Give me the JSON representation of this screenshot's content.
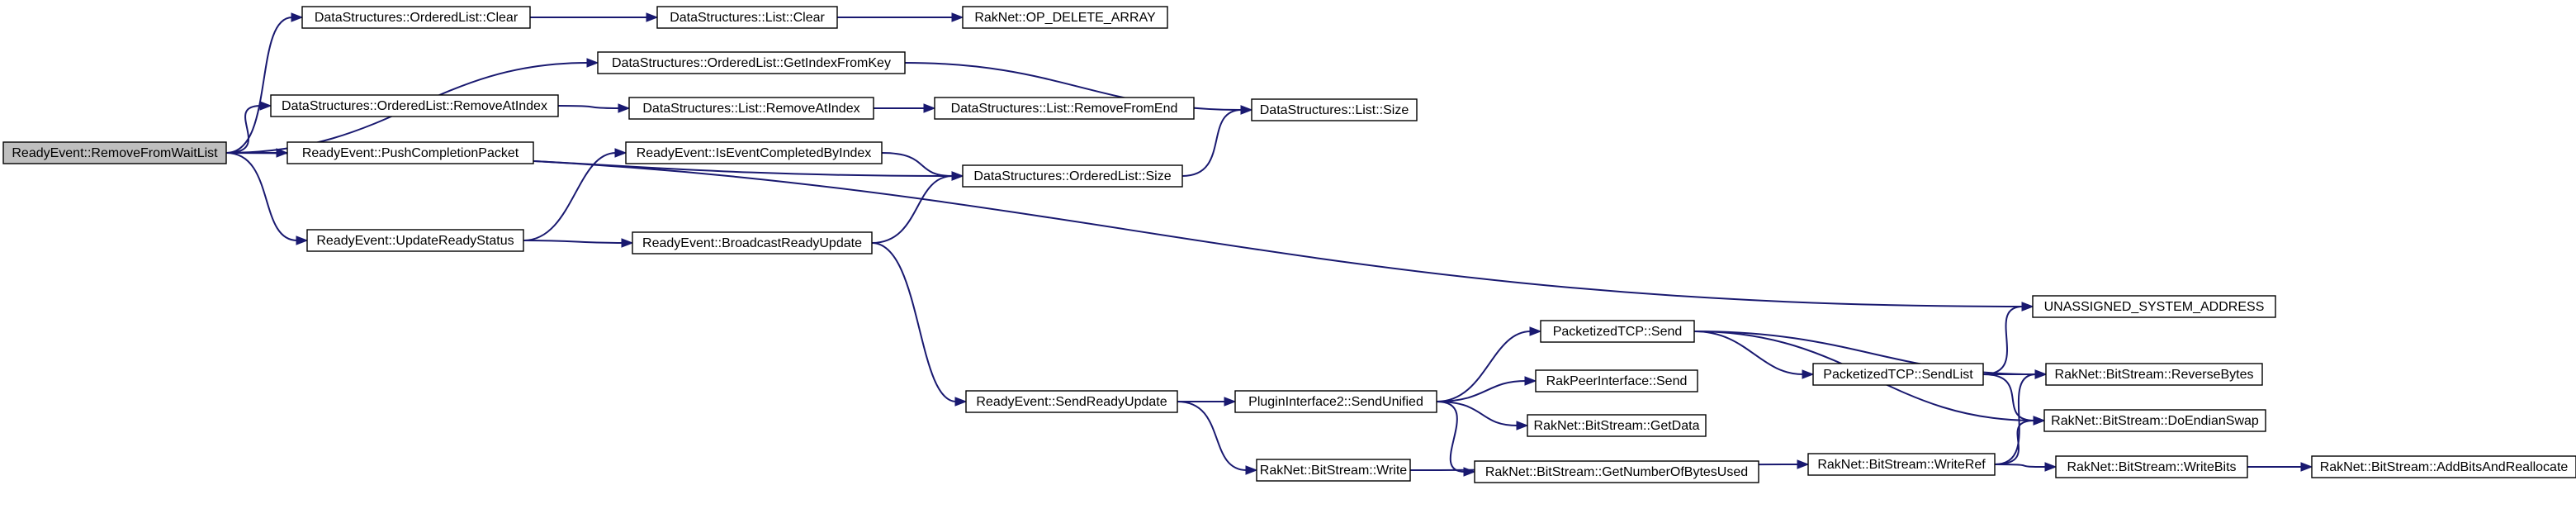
{
  "nodes": [
    {
      "id": "root",
      "label": "ReadyEvent::RemoveFromWaitList",
      "root": true
    },
    {
      "id": "ol_clear",
      "label": "DataStructures::OrderedList::Clear"
    },
    {
      "id": "l_clear",
      "label": "DataStructures::List::Clear"
    },
    {
      "id": "op_delete",
      "label": "RakNet::OP_DELETE_ARRAY"
    },
    {
      "id": "ol_getindex",
      "label": "DataStructures::OrderedList::GetIndexFromKey"
    },
    {
      "id": "l_size",
      "label": "DataStructures::List::Size"
    },
    {
      "id": "ol_removeat",
      "label": "DataStructures::OrderedList::RemoveAtIndex"
    },
    {
      "id": "l_removeat",
      "label": "DataStructures::List::RemoveAtIndex"
    },
    {
      "id": "l_removeend",
      "label": "DataStructures::List::RemoveFromEnd"
    },
    {
      "id": "push",
      "label": "ReadyEvent::PushCompletionPacket"
    },
    {
      "id": "iscompleted",
      "label": "ReadyEvent::IsEventCompletedByIndex"
    },
    {
      "id": "ol_size",
      "label": "DataStructures::OrderedList::Size"
    },
    {
      "id": "updstatus",
      "label": "ReadyEvent::UpdateReadyStatus"
    },
    {
      "id": "broadcast",
      "label": "ReadyEvent::BroadcastReadyUpdate"
    },
    {
      "id": "unassigned",
      "label": "UNASSIGNED_SYSTEM_ADDRESS"
    },
    {
      "id": "ptcp_send",
      "label": "PacketizedTCP::Send"
    },
    {
      "id": "ptcp_sendlist",
      "label": "PacketizedTCP::SendList"
    },
    {
      "id": "reverse",
      "label": "RakNet::BitStream::ReverseBytes"
    },
    {
      "id": "rpi_send",
      "label": "RakPeerInterface::Send"
    },
    {
      "id": "sendready",
      "label": "ReadyEvent::SendReadyUpdate"
    },
    {
      "id": "sendunified",
      "label": "PluginInterface2::SendUnified"
    },
    {
      "id": "endian",
      "label": "RakNet::BitStream::DoEndianSwap"
    },
    {
      "id": "getdata",
      "label": "RakNet::BitStream::GetData"
    },
    {
      "id": "getbytes",
      "label": "RakNet::BitStream::GetNumberOfBytesUsed"
    },
    {
      "id": "writeref",
      "label": "RakNet::BitStream::WriteRef"
    },
    {
      "id": "writebits",
      "label": "RakNet::BitStream::WriteBits"
    },
    {
      "id": "addbits",
      "label": "RakNet::BitStream::AddBitsAndReallocate"
    },
    {
      "id": "bs_write",
      "label": "RakNet::BitStream::Write"
    }
  ],
  "edges": [
    {
      "from": "root",
      "to": "ol_clear"
    },
    {
      "from": "root",
      "to": "ol_getindex"
    },
    {
      "from": "root",
      "to": "ol_removeat"
    },
    {
      "from": "root",
      "to": "push"
    },
    {
      "from": "root",
      "to": "ol_size"
    },
    {
      "from": "root",
      "to": "updstatus"
    },
    {
      "from": "root",
      "to": "unassigned"
    },
    {
      "from": "ol_clear",
      "to": "l_clear"
    },
    {
      "from": "l_clear",
      "to": "op_delete"
    },
    {
      "from": "ol_getindex",
      "to": "l_size"
    },
    {
      "from": "ol_removeat",
      "to": "l_removeat"
    },
    {
      "from": "l_removeat",
      "to": "l_removeend"
    },
    {
      "from": "iscompleted",
      "to": "ol_size"
    },
    {
      "from": "ol_size",
      "to": "l_size"
    },
    {
      "from": "updstatus",
      "to": "iscompleted"
    },
    {
      "from": "updstatus",
      "to": "broadcast"
    },
    {
      "from": "broadcast",
      "to": "ol_size"
    },
    {
      "from": "broadcast",
      "to": "sendready"
    },
    {
      "from": "sendready",
      "to": "sendunified"
    },
    {
      "from": "sendready",
      "to": "bs_write"
    },
    {
      "from": "sendunified",
      "to": "ptcp_send"
    },
    {
      "from": "sendunified",
      "to": "rpi_send"
    },
    {
      "from": "sendunified",
      "to": "getdata"
    },
    {
      "from": "sendunified",
      "to": "getbytes"
    },
    {
      "from": "ptcp_send",
      "to": "ptcp_sendlist"
    },
    {
      "from": "ptcp_send",
      "to": "reverse"
    },
    {
      "from": "ptcp_send",
      "to": "endian"
    },
    {
      "from": "ptcp_sendlist",
      "to": "unassigned"
    },
    {
      "from": "ptcp_sendlist",
      "to": "reverse"
    },
    {
      "from": "ptcp_sendlist",
      "to": "endian"
    },
    {
      "from": "bs_write",
      "to": "writeref"
    },
    {
      "from": "writeref",
      "to": "reverse"
    },
    {
      "from": "writeref",
      "to": "endian"
    },
    {
      "from": "writeref",
      "to": "writebits"
    },
    {
      "from": "writebits",
      "to": "addbits"
    }
  ]
}
